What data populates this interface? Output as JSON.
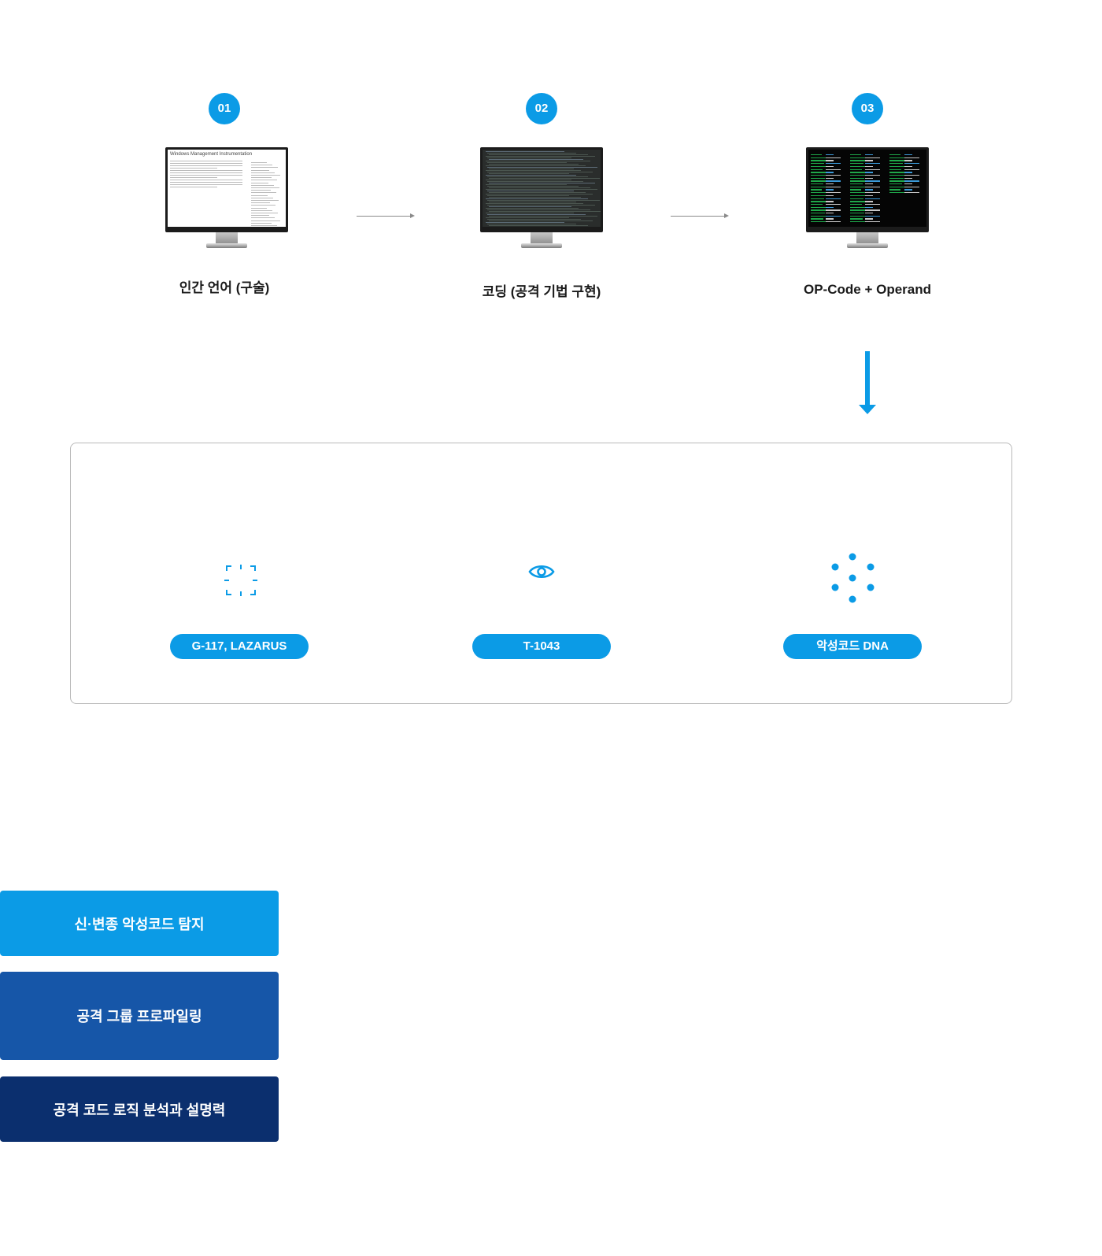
{
  "steps": [
    {
      "number": "01",
      "label": "인간 언어 (구술)",
      "screen_title": "Windows Management Instrumentation"
    },
    {
      "number": "02",
      "label": "코딩 (공격 기법 구현)"
    },
    {
      "number": "03",
      "label": "OP-Code + Operand"
    }
  ],
  "results": [
    {
      "label": "G-117, LAZARUS",
      "icon": "focus-frame-icon"
    },
    {
      "label": "T-1043",
      "icon": "eye-icon"
    },
    {
      "label": "악성코드 DNA",
      "icon": "dots-cluster-icon"
    }
  ],
  "features": [
    {
      "label": "신·변종 악성코드 탐지",
      "color": "#0b9be6"
    },
    {
      "label": "공격 그룹 프로파일링",
      "color": "#1656a8"
    },
    {
      "label": "공격 코드 로직 분석과 설명력",
      "color": "#0b2f6e"
    }
  ],
  "colors": {
    "accent": "#0b9be6",
    "box_border": "#b9b9b9"
  }
}
